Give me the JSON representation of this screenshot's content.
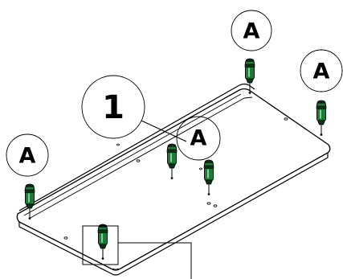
{
  "part_number": "1",
  "hardware_label": "A",
  "colors": {
    "outline": "#000000",
    "panel_fill": "#ffffff",
    "cam_body": "#1f7a3a",
    "cam_dark": "#0c3318",
    "cam_highlight": "#7dd38f"
  },
  "components": {
    "panel": "shelf-panel",
    "hardware": "cam-bolt-icon",
    "hardware_count": 6
  }
}
